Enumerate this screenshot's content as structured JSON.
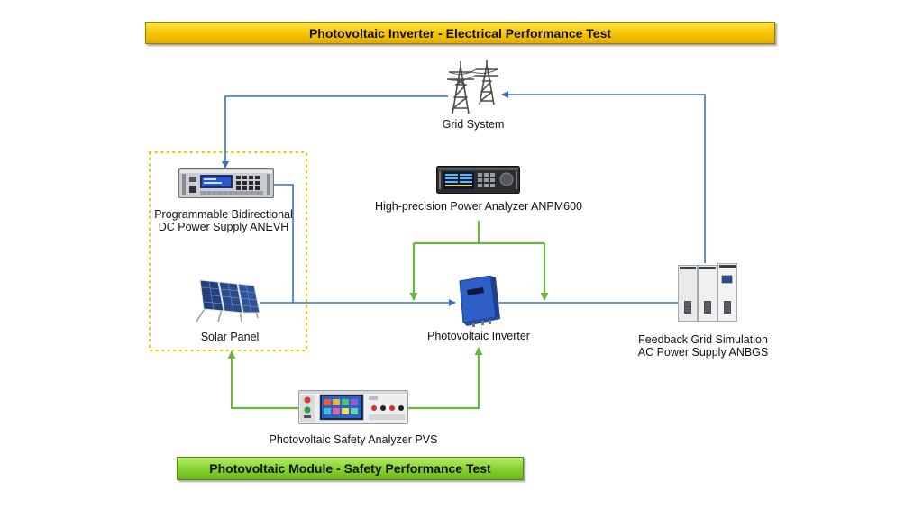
{
  "banners": {
    "top": "Photovoltaic Inverter - Electrical Performance Test",
    "bottom": "Photovoltaic Module - Safety Performance Test"
  },
  "nodes": {
    "grid": "Grid System",
    "dc_supply_line1": "Programmable Bidirectional",
    "dc_supply_line2": "DC Power Supply ANEVH",
    "power_analyzer": "High-precision Power Analyzer ANPM600",
    "solar_panel": "Solar Panel",
    "inverter": "Photovoltaic Inverter",
    "feedback_line1": "Feedback Grid Simulation",
    "feedback_line2": "AC Power Supply ANBGS",
    "safety_analyzer": "Photovoltaic Safety Analyzer PVS"
  },
  "colors": {
    "blue_line": "#3a6fc4",
    "green_line": "#6db33f",
    "dotted_group": "#f2c200",
    "top_banner": "#f5c400",
    "bottom_banner": "#86cf2d"
  },
  "icons": [
    "transmission-tower-icon",
    "dc-power-supply-device",
    "power-analyzer-device",
    "solar-panel-icon",
    "pv-inverter-icon",
    "ac-power-cabinet-device",
    "safety-analyzer-device"
  ]
}
